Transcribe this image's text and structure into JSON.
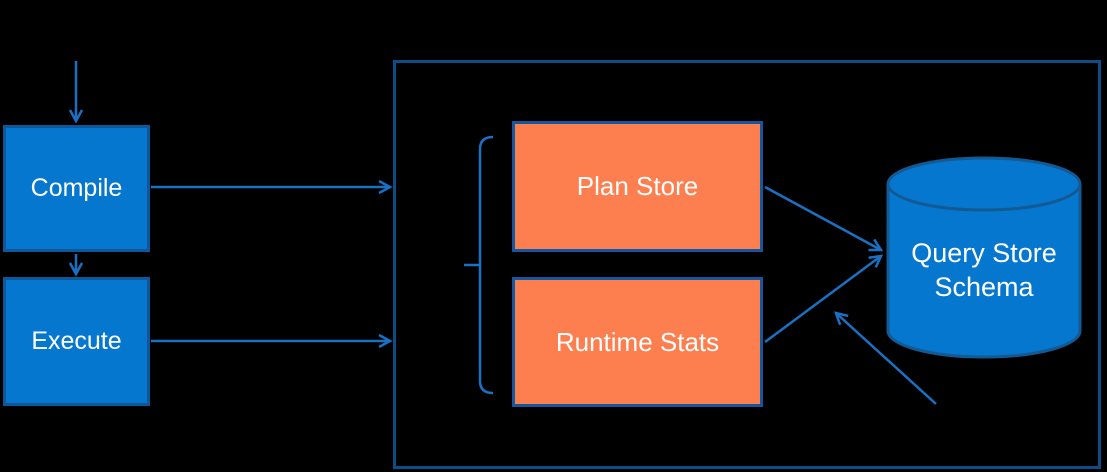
{
  "colors": {
    "canvas-bg": "#000000",
    "node-fill": "#0677ce",
    "node-border": "#0e579b",
    "outer-box-border": "#0c4c87",
    "store-fill": "#fd7f4f",
    "store-border": "#14579e",
    "arrow": "#1a71c3",
    "label-text": "#ffffff"
  },
  "diagram": {
    "nodes": {
      "compile": {
        "label": "Compile"
      },
      "execute": {
        "label": "Execute"
      },
      "plan_store": {
        "label": "Plan Store"
      },
      "runtime_stats": {
        "label": "Runtime Stats"
      },
      "query_store_schema": {
        "label": "Query Store Schema"
      }
    },
    "edges": [
      {
        "from": "start",
        "to": "compile",
        "style": "arrow-down"
      },
      {
        "from": "compile",
        "to": "execute",
        "style": "arrow-down"
      },
      {
        "from": "compile",
        "to": "query-store-container",
        "style": "arrow-right"
      },
      {
        "from": "execute",
        "to": "query-store-container",
        "style": "arrow-right"
      },
      {
        "from": "plan_store",
        "to": "query_store_schema",
        "style": "arrow"
      },
      {
        "from": "runtime_stats",
        "to": "query_store_schema",
        "style": "arrow"
      },
      {
        "from": "outside-lower-right",
        "to": "query_store_schema",
        "style": "arrow"
      }
    ],
    "grouping": {
      "bracket_groups": [
        "plan_store",
        "runtime_stats"
      ]
    }
  }
}
